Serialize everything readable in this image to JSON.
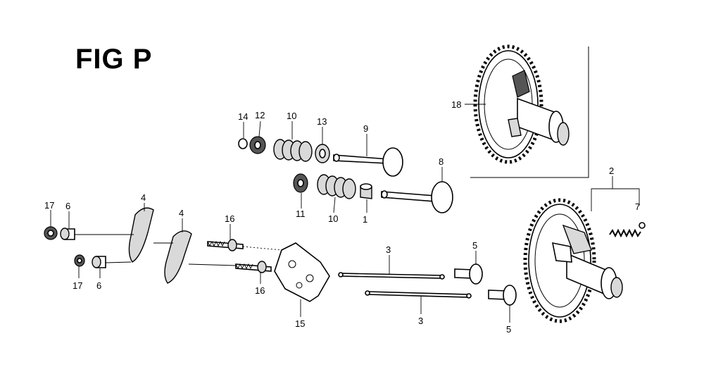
{
  "figure": {
    "title": "FIG P"
  },
  "callouts": [
    {
      "id": "c1",
      "label": "1"
    },
    {
      "id": "c2",
      "label": "2"
    },
    {
      "id": "c3a",
      "label": "3"
    },
    {
      "id": "c3b",
      "label": "3"
    },
    {
      "id": "c4a",
      "label": "4"
    },
    {
      "id": "c4b",
      "label": "4"
    },
    {
      "id": "c5a",
      "label": "5"
    },
    {
      "id": "c5b",
      "label": "5"
    },
    {
      "id": "c6a",
      "label": "6"
    },
    {
      "id": "c6b",
      "label": "6"
    },
    {
      "id": "c7",
      "label": "7"
    },
    {
      "id": "c8",
      "label": "8"
    },
    {
      "id": "c9",
      "label": "9"
    },
    {
      "id": "c10a",
      "label": "10"
    },
    {
      "id": "c10b",
      "label": "10"
    },
    {
      "id": "c11",
      "label": "11"
    },
    {
      "id": "c12",
      "label": "12"
    },
    {
      "id": "c13",
      "label": "13"
    },
    {
      "id": "c14",
      "label": "14"
    },
    {
      "id": "c15",
      "label": "15"
    },
    {
      "id": "c16a",
      "label": "16"
    },
    {
      "id": "c16b",
      "label": "16"
    },
    {
      "id": "c17a",
      "label": "17"
    },
    {
      "id": "c17b",
      "label": "17"
    },
    {
      "id": "c18",
      "label": "18"
    }
  ]
}
